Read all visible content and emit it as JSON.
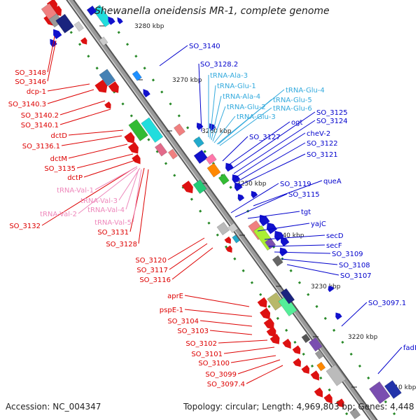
{
  "title": "Shewanella oneidensis MR-1, complete genome",
  "accession": "Accession: NC_004347",
  "summary": "Topology: circular; Length: 4,969,803 bp; Genes: 4,448",
  "colors": {
    "backbone": "#7f7f7f",
    "tick": "#2a8a2a",
    "red_label": "#dd0000",
    "blue_label": "#0000cc",
    "rna_label": "#33aadd",
    "pink_label": "#ee88bb"
  },
  "ticks": [
    "3280 kbp",
    "3270 kbp",
    "3260 kbp",
    "3250 kbp",
    "3240 kbp",
    "3230 kbp",
    "3220 kbp",
    "3210 kbp"
  ],
  "labels_left": [
    "SO_3148",
    "SO_3146",
    "dcp-1",
    "SO_3140.3",
    "SO_3140.2",
    "SO_3140.1",
    "dctD",
    "SO_3136.1",
    "dctM",
    "SO_3135",
    "dctP",
    "SO_3132",
    "SO_3131",
    "SO_3128",
    "SO_3120",
    "SO_3117",
    "SO_3116",
    "aprE",
    "pspE-1",
    "SO_3104",
    "SO_3103",
    "SO_3102",
    "SO_3101",
    "SO_3100",
    "SO_3099",
    "SO_3097.4"
  ],
  "labels_trna_left": [
    "tRNA-Val-1",
    "tRNA-Val-3",
    "tRNA-Val-2",
    "tRNA-Val-4",
    "tRNA-Val-5"
  ],
  "labels_right": [
    "SO_3140",
    "SO_3128.2",
    "SO_3127",
    "ogt",
    "SO_3125",
    "SO_3124",
    "cheV-2",
    "SO_3122",
    "SO_3121",
    "SO_3119",
    "queA",
    "SO_3115",
    "tgt",
    "yajC",
    "secD",
    "secF",
    "SO_3109",
    "SO_3108",
    "SO_3107",
    "SO_3097.1",
    "fadI"
  ],
  "labels_trna_right": [
    "tRNA-Ala-3",
    "tRNA-Glu-1",
    "tRNA-Ala-4",
    "tRNA-Glu-2",
    "tRNA-Glu-3",
    "tRNA-Glu-4",
    "tRNA-Glu-5",
    "tRNA-Glu-6"
  ]
}
